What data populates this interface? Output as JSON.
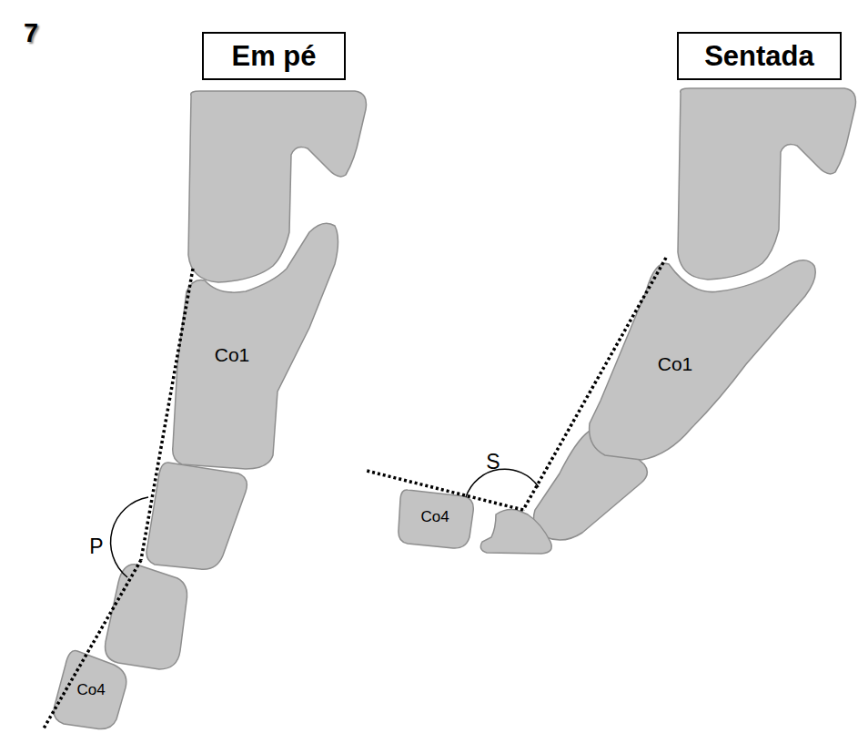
{
  "diagram": {
    "nodes": [
      {
        "text": [
          "Em pé"
        ]
      },
      {
        "text": [
          "Sentada"
        ]
      },
      {
        "text": [
          "Co1"
        ]
      },
      {
        "text": [
          "Co4"
        ]
      },
      {
        "text": [
          "Co1"
        ]
      },
      {
        "text": [
          "Co4"
        ]
      }
    ],
    "labels": [
      "7",
      "P",
      "S"
    ]
  }
}
